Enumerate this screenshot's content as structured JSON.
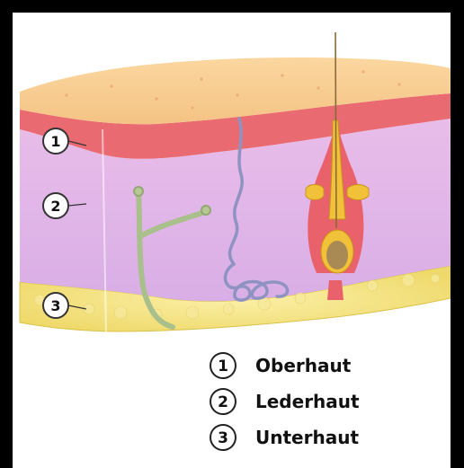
{
  "markers": {
    "layer1": "1",
    "layer2": "2",
    "layer3": "3"
  },
  "legend": [
    {
      "number": "1",
      "label": "Oberhaut"
    },
    {
      "number": "2",
      "label": "Lederhaut"
    },
    {
      "number": "3",
      "label": "Unterhaut"
    }
  ],
  "colors": {
    "epidermis_top": "#f7c98a",
    "epidermis_red": "#e8616b",
    "dermis": "#e3b6e6",
    "hypodermis": "#f4e48a",
    "nerve": "#b7c99a",
    "vessel": "#8a8fc0",
    "hair": "#e5b32a",
    "frame": "#000000"
  }
}
